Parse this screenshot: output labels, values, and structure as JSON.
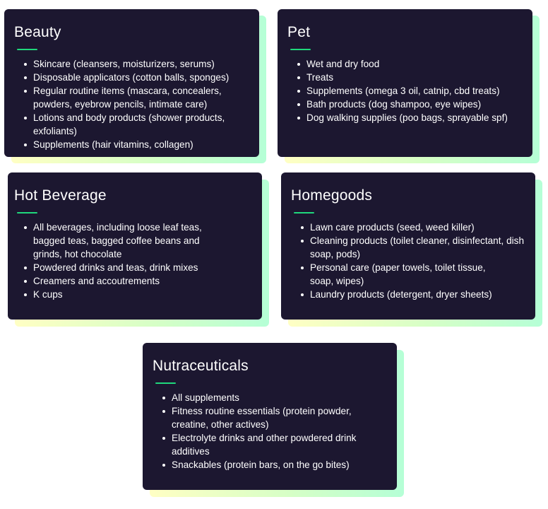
{
  "cards": [
    {
      "title": "Beauty",
      "items": [
        "Skincare (cleansers, moisturizers, serums)",
        "Disposable applicators (cotton balls, sponges)",
        "Regular routine items (mascara, concealers, powders, eyebrow pencils, intimate care)",
        "Lotions and body products (shower products, exfoliants)",
        "Supplements (hair vitamins, collagen)"
      ]
    },
    {
      "title": "Pet",
      "items": [
        "Wet and dry food",
        "Treats",
        "Supplements (omega 3 oil, catnip, cbd treats)",
        "Bath products (dog shampoo, eye wipes)",
        "Dog walking supplies (poo bags, sprayable spf)"
      ]
    },
    {
      "title": "Hot Beverage",
      "items": [
        "All beverages, including loose leaf teas, bagged teas, bagged coffee beans and grinds, hot chocolate",
        "Powdered drinks and teas, drink mixes",
        "Creamers and accoutrements",
        "K cups"
      ]
    },
    {
      "title": "Homegoods",
      "items": [
        "Lawn care products (seed, weed killer)",
        "Cleaning products (toilet cleaner, disinfectant, dish soap, pods)",
        "Personal care (paper towels, toilet tissue, soap, wipes)",
        "Laundry products (detergent, dryer sheets)"
      ]
    },
    {
      "title": "Nutraceuticals",
      "items": [
        "All supplements",
        "Fitness routine essentials (protein powder, creatine, other actives)",
        "Electrolyte drinks and other powdered drink additives",
        "Snackables (protein bars, on the go bites)"
      ]
    }
  ],
  "colors": {
    "card_bg": "#1c1730",
    "accent": "#1fd87c",
    "shadow_start": "#ffffc4",
    "shadow_end": "#b5ffd6"
  }
}
